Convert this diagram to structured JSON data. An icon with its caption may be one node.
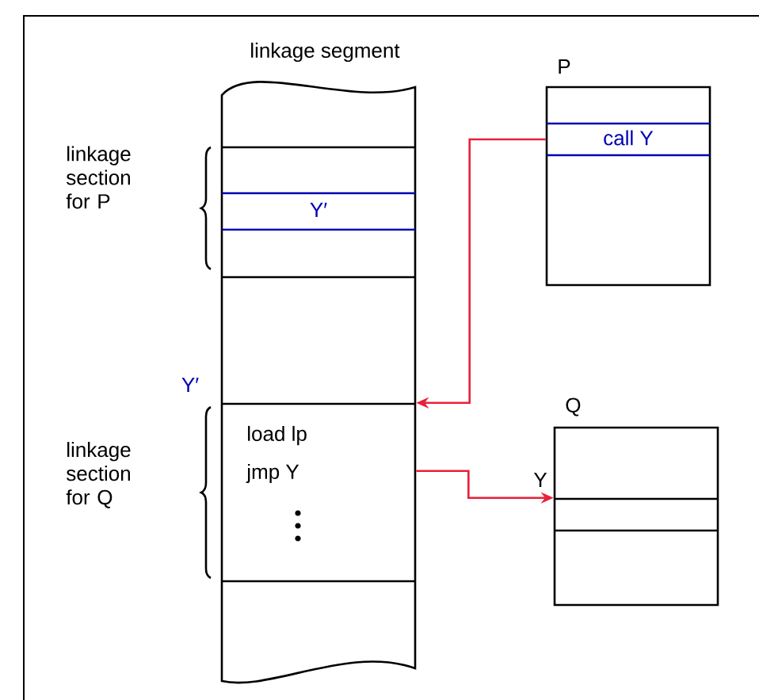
{
  "diagram": {
    "nodes": [
      {
        "text": [
          "linkage segment"
        ]
      },
      {
        "text": [
          "Y′"
        ],
        "in": 0
      },
      {
        "text": [
          "load lp",
          "jmp Y"
        ],
        "in": 0
      },
      {
        "text": [
          "P"
        ]
      },
      {
        "text": [
          "call Y"
        ],
        "in": 3
      },
      {
        "text": [
          "Q"
        ]
      },
      {
        "text": [],
        "shape": "box",
        "in": 5,
        "beside": [
          "Y"
        ]
      }
    ],
    "edges": [
      {
        "from": 4,
        "to": 2,
        "arrow": "to",
        "color": "#e8203a"
      },
      {
        "from": 2,
        "to": 6,
        "arrow": "to",
        "color": "#e8203a"
      }
    ],
    "labels": [
      "linkage section for P",
      "Y′",
      "linkage section for Q"
    ]
  }
}
